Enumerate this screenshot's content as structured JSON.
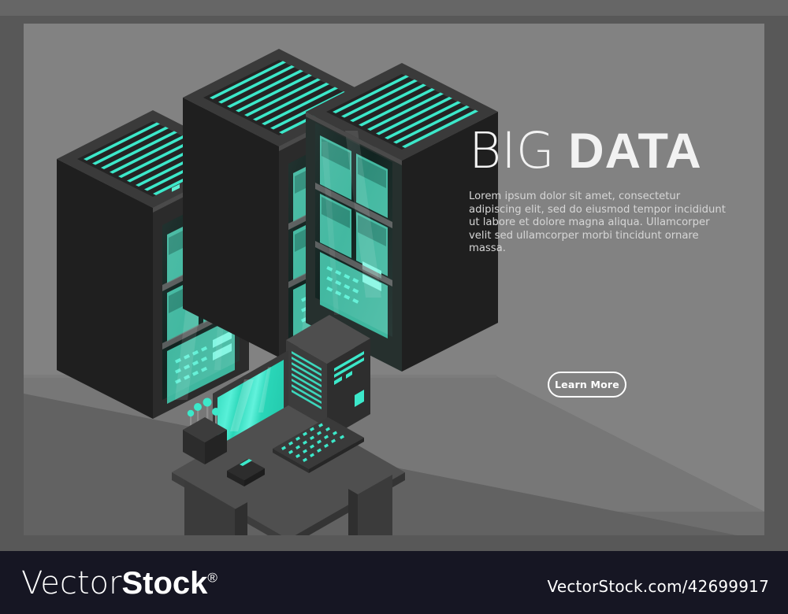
{
  "banner": {
    "title_light": "BIG",
    "title_bold": "DATA",
    "body": "Lorem ipsum dolor sit amet, consectetur adipiscing elit, sed do eiusmod tempor incididunt ut labore et dolore magna aliqua. Ullamcorper velit sed ullamcorper morbi tincidunt ornare massa.",
    "cta_label": "Learn More"
  },
  "watermark": {
    "logo_light": "Vector",
    "logo_bold": "Stock",
    "registered": "®",
    "url": "VectorStock.com/42699917"
  },
  "colors": {
    "outer_background": "#666666",
    "frame": "#585858",
    "scene_wall": "#828282",
    "floor": "#6e6e6e",
    "floor_shadow": "#5f5f5f",
    "rack_body": "#2b2b2b",
    "rack_side": "#1c1c1c",
    "rack_top": "#3a3a3a",
    "accent_teal": "#3ce8ca",
    "screen_teal": "#2fe0c0",
    "panel_teal": "#45b9a4",
    "desk": "#4a4a4a",
    "footer": "#161623",
    "text_primary": "#f2f2f2",
    "text_body": "#d6d6d6"
  },
  "scene": {
    "description": "Isometric server room with three server racks and a workstation desk",
    "racks": [
      {
        "name": "rack-left",
        "vent_stripes": 17,
        "blade_rows": 3,
        "led_grid_rows": 4
      },
      {
        "name": "rack-center",
        "vent_stripes": 17,
        "blade_rows": 3,
        "led_grid_rows": 4
      },
      {
        "name": "rack-right",
        "vent_stripes": 17,
        "blade_rows": 3,
        "led_grid_rows": 4
      }
    ],
    "desk_items": [
      "monitor",
      "keyboard",
      "mouse",
      "pc-tower",
      "pen-holder"
    ]
  }
}
